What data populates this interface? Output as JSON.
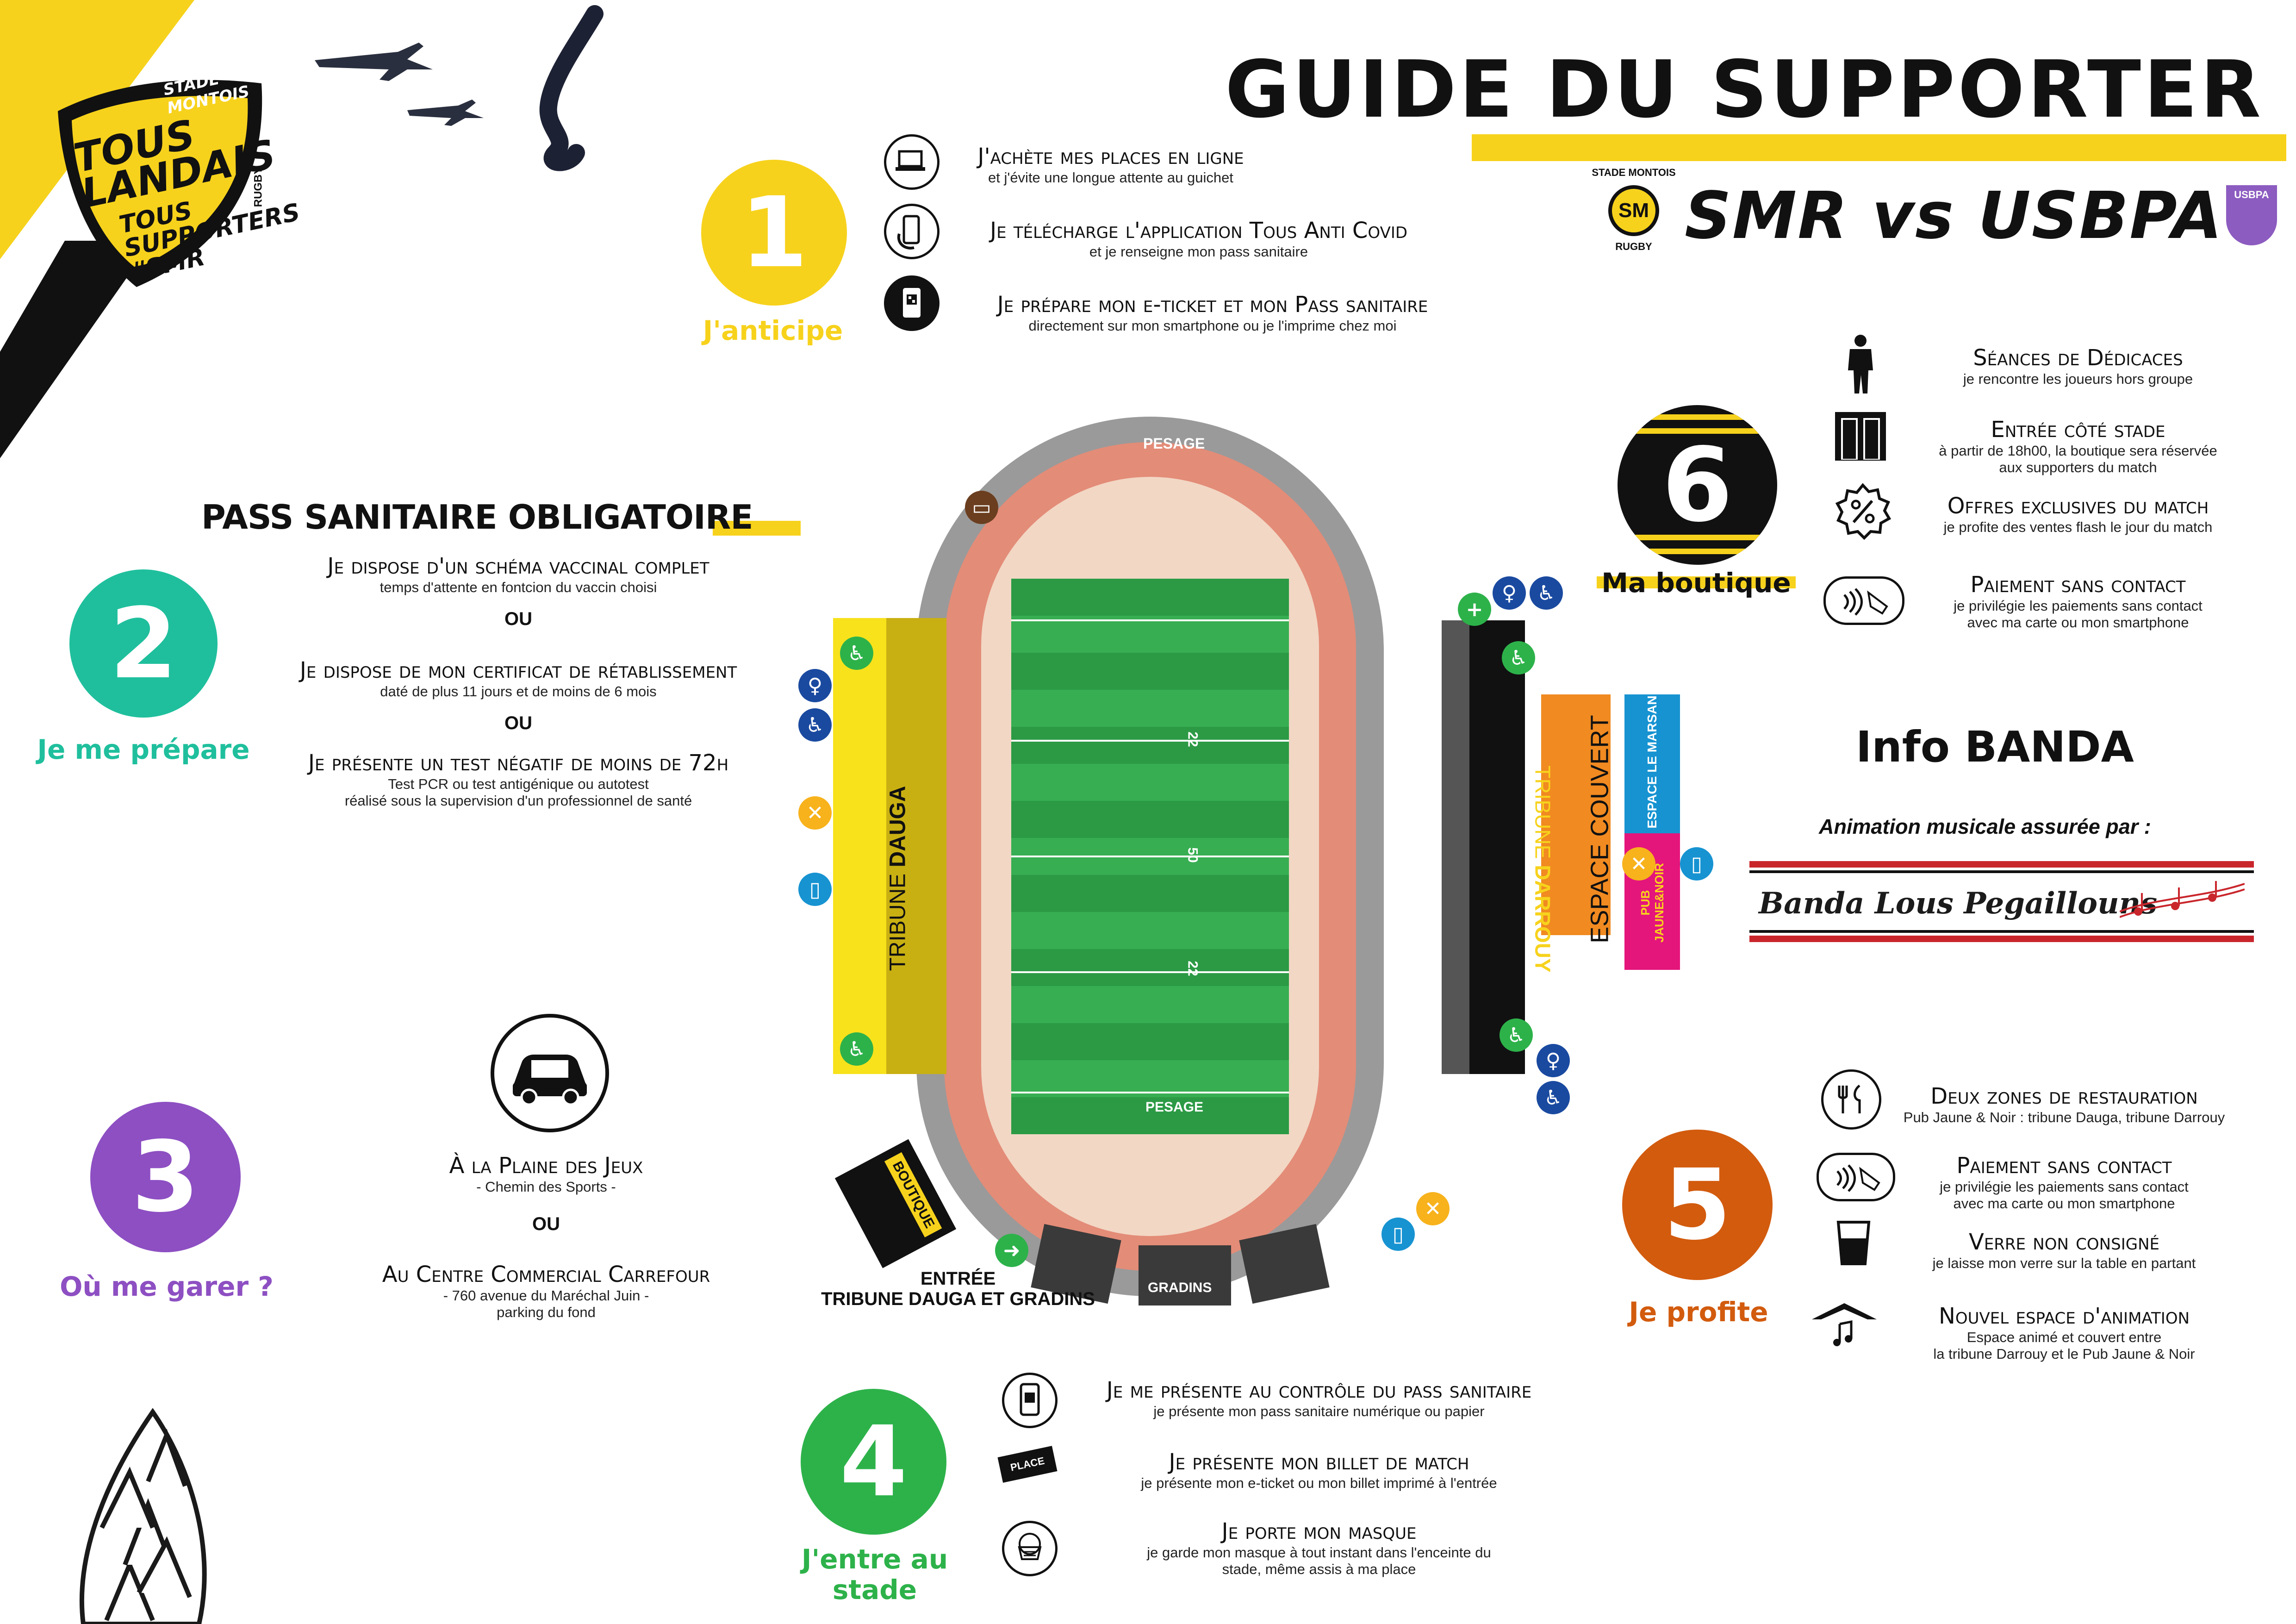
{
  "header": {
    "title": "Guide du supporter",
    "match": "SMR vs USBPA",
    "smr_logo": {
      "top": "STADE MONTOIS",
      "initials": "SM",
      "bottom": "RUGBY"
    },
    "usbpa_logo": "USBPA"
  },
  "badge": {
    "top": "STADE MONTOIS",
    "line1": "TOUS",
    "line2": "LANDAIS",
    "line3": "TOUS",
    "line4": "SUPPORTERS",
    "hashtag": "#SMR",
    "side": "RUGBY"
  },
  "colors": {
    "yellow": "#f7d21c",
    "teal": "#1fbf9d",
    "purple": "#8d4fc2",
    "green": "#2db24a",
    "orange": "#d25b0e",
    "black": "#111111"
  },
  "step1": {
    "number": "1",
    "label": "J'anticipe",
    "items": [
      {
        "icon": "laptop-icon",
        "title": "J'achète mes places en ligne",
        "sub": "et j'évite une longue attente au guichet"
      },
      {
        "icon": "phone-icon",
        "title": "Je télécharge l'application Tous Anti Covid",
        "sub": "et je renseigne mon pass sanitaire"
      },
      {
        "icon": "qr-phone-icon",
        "title": "Je prépare mon e-ticket et mon Pass sanitaire",
        "sub": "directement sur mon smartphone ou je l'imprime chez moi"
      }
    ]
  },
  "step2": {
    "number": "2",
    "label": "Je me prépare",
    "heading": "PASS SANITAIRE OBLIGATOIRE",
    "or": "OU",
    "items": [
      {
        "title": "Je dispose d'un schéma vaccinal complet",
        "sub": [
          "temps d'attente en fontcion du vaccin choisi"
        ]
      },
      {
        "title": "Je dispose de mon certificat de rétablissement",
        "sub": [
          "daté de plus 11 jours et de moins de 6 mois"
        ]
      },
      {
        "title": "Je présente un  test négatif de moins de 72h",
        "sub": [
          "Test PCR  ou test antigénique ou autotest",
          "réalisé sous la supervision d'un professionnel de santé"
        ]
      }
    ]
  },
  "step3": {
    "number": "3",
    "label": "Où me garer ?",
    "or": "OU",
    "items": [
      {
        "title": "À la Plaine des Jeux",
        "sub": [
          "- Chemin des Sports -"
        ]
      },
      {
        "title": "Au Centre Commercial Carrefour",
        "sub": [
          "- 760 avenue du Maréchal Juin -",
          "parking du fond"
        ]
      }
    ]
  },
  "step4": {
    "number": "4",
    "label_line1": "J'entre au",
    "label_line2": "stade",
    "place_tag": "PLACE",
    "items": [
      {
        "icon": "pass-phone-icon",
        "title": "Je me présente au contrôle du pass sanitaire",
        "sub": [
          "je présente mon pass sanitaire numérique ou papier"
        ]
      },
      {
        "icon": "ticket-icon",
        "title": "Je présente mon billet de match",
        "sub": [
          "je présente mon e-ticket ou mon billet imprimé à l'entrée"
        ]
      },
      {
        "icon": "mask-icon",
        "title": "Je porte mon masque",
        "sub": [
          "je garde mon masque à tout instant dans l'enceinte du",
          "stade, même assis à ma place"
        ]
      }
    ]
  },
  "step5": {
    "number": "5",
    "label": "Je profite",
    "items": [
      {
        "icon": "cutlery-icon",
        "title": "Deux zones de restauration",
        "sub": [
          "Pub Jaune & Noir : tribune Dauga, tribune Darrouy"
        ]
      },
      {
        "icon": "contactless-icon",
        "title": "Paiement sans contact",
        "sub": [
          "je privilégie les paiements sans contact",
          "avec ma carte ou mon smartphone"
        ]
      },
      {
        "icon": "cup-icon",
        "title": "Verre non consigné",
        "sub": [
          "je laisse mon verre sur la table en partant"
        ]
      },
      {
        "icon": "tent-icon",
        "title": "Nouvel espace d'animation",
        "sub": [
          "Espace animé et couvert entre",
          "la tribune Darrouy et le Pub Jaune & Noir"
        ]
      }
    ]
  },
  "step6": {
    "number": "6",
    "label": "Ma boutique",
    "items": [
      {
        "icon": "player-icon",
        "title": "Séances de Dédicaces",
        "sub": [
          "je rencontre les joueurs hors groupe"
        ]
      },
      {
        "icon": "door-icon",
        "title": "Entrée côté stade",
        "sub": [
          "à partir de 18h00, la boutique sera réservée",
          "aux supporters du match"
        ]
      },
      {
        "icon": "percent-icon",
        "title": "Offres exclusives du match",
        "sub": [
          "je profite des ventes flash le jour du match"
        ]
      },
      {
        "icon": "contactless-icon",
        "title": "Paiement sans contact",
        "sub": [
          "je privilégie les paiements sans contact",
          "avec ma carte ou mon smartphone"
        ]
      }
    ]
  },
  "banda": {
    "title": "Info BANDA",
    "subtitle": "Animation musicale assurée par :",
    "name": "Banda Lous Pegaillouns"
  },
  "stadium": {
    "pesage_top": "PESAGE",
    "pesage_bottom": "PESAGE",
    "tribune_dauga_prefix": "TRIBUNE ",
    "tribune_dauga_name": "DAUGA",
    "tribune_darrouy_prefix": "TRIBUNE ",
    "tribune_darrouy_name": "DARROUY",
    "espace_couvert": "ESPACE COUVERT",
    "espace_marsan": "ESPACE LE MARSAN",
    "pub_line1": "PUB",
    "pub_line2": "JAUNE&NOIR",
    "gradins": "GRADINS",
    "boutique": "BOUTIQUE",
    "entree_line1": "ENTRÉE",
    "entree_line2": "TRIBUNE DAUGA ET GRADINS",
    "field_marks": [
      "22",
      "50",
      "22"
    ]
  }
}
